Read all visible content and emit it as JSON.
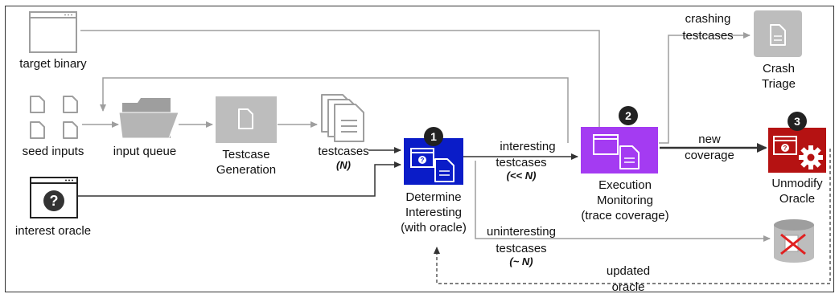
{
  "inputs": {
    "target_binary": "target binary",
    "seed_inputs": "seed inputs",
    "interest_oracle": "interest oracle"
  },
  "pipeline": {
    "input_queue": "input queue",
    "testcase_gen_line1": "Testcase",
    "testcase_gen_line2": "Generation",
    "testcases": "testcases",
    "testcases_count": "(N)"
  },
  "determine": {
    "badge": "1",
    "line1": "Determine",
    "line2": "Interesting",
    "line3": "(with oracle)"
  },
  "execution": {
    "badge": "2",
    "line1": "Execution",
    "line2": "Monitoring",
    "line3": "(trace coverage)"
  },
  "unmodify": {
    "badge": "3",
    "line1": "Unmodify",
    "line2": "Oracle"
  },
  "crash": {
    "line1": "Crash",
    "line2": "Triage"
  },
  "edges": {
    "interesting_line1": "interesting",
    "interesting_line2": "testcases",
    "interesting_count": "(<< N)",
    "uninteresting_line1": "uninteresting",
    "uninteresting_line2": "testcases",
    "uninteresting_count": "(~ N)",
    "crashing_line1": "crashing",
    "crashing_line2": "testcases",
    "new_cov_line1": "new",
    "new_cov_line2": "coverage",
    "updated_line1": "updated",
    "updated_line2": "oracle"
  },
  "colors": {
    "determine": "#0A1CC8",
    "execution": "#A43BF2",
    "unmodify": "#B51212",
    "gray_box": "#BDBDBD",
    "gray_line": "#9E9E9E",
    "dark_line": "#333333"
  }
}
